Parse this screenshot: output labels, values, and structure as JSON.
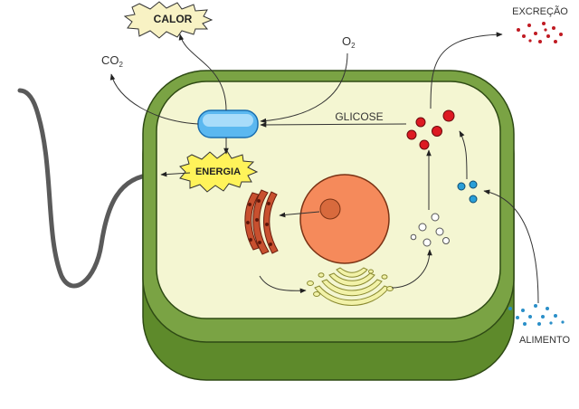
{
  "labels": {
    "heat": "CALOR",
    "energy": "ENERGIA",
    "glucose": "GLICOSE",
    "carbon_dioxide": "CO",
    "carbon_dioxide_subscript": "2",
    "oxygen": "O",
    "oxygen_subscript": "2",
    "excretion": "EXCREÇÃO",
    "food": "ALIMENTO"
  },
  "colors": {
    "cell_wall": "#7aa344",
    "cell_wall_dark": "#5e8a2b",
    "cytoplasm": "#f4f6d2",
    "nucleus": "#f58a5b",
    "nucleolus": "#d86a3d",
    "mitochondrion": "#5bb8f0",
    "mitochondrion_outline": "#1a6fb0",
    "er": "#c8502f",
    "golgi": "#f2f2a8",
    "heat_burst": "#f8f2c4",
    "energy_burst": "#fff35a",
    "red_vesicle": "#dd1a22",
    "blue_vesicle": "#2a9fd8",
    "flagellum": "#666666"
  },
  "icons": {
    "heat_burst": "starburst-icon",
    "energy_burst": "starburst-icon",
    "flagellum": "flagellum-icon"
  }
}
